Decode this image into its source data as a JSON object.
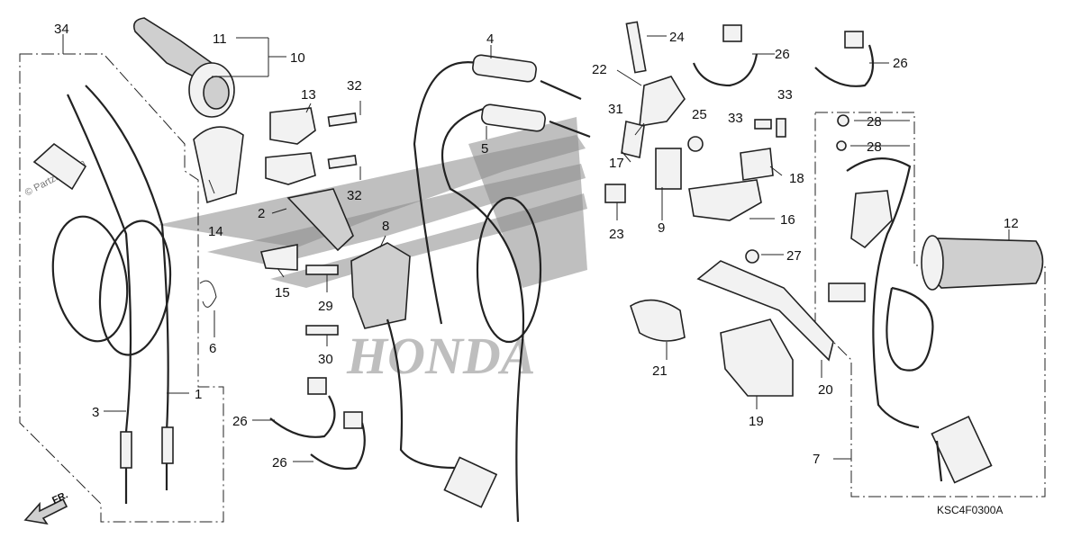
{
  "watermark": "© Partzilla.com",
  "diagram_code": "KSC4F0300A",
  "direction_marker": "FR.",
  "background_logo": "HONDA",
  "callouts": [
    {
      "id": "c1",
      "text": "1"
    },
    {
      "id": "c2",
      "text": "2"
    },
    {
      "id": "c3",
      "text": "3"
    },
    {
      "id": "c4",
      "text": "4"
    },
    {
      "id": "c5",
      "text": "5"
    },
    {
      "id": "c6",
      "text": "6"
    },
    {
      "id": "c7",
      "text": "7"
    },
    {
      "id": "c8",
      "text": "8"
    },
    {
      "id": "c9",
      "text": "9"
    },
    {
      "id": "c10",
      "text": "10"
    },
    {
      "id": "c11",
      "text": "11"
    },
    {
      "id": "c12",
      "text": "12"
    },
    {
      "id": "c13",
      "text": "13"
    },
    {
      "id": "c14",
      "text": "14"
    },
    {
      "id": "c15",
      "text": "15"
    },
    {
      "id": "c16",
      "text": "16"
    },
    {
      "id": "c17",
      "text": "17"
    },
    {
      "id": "c18",
      "text": "18"
    },
    {
      "id": "c19",
      "text": "19"
    },
    {
      "id": "c20",
      "text": "20"
    },
    {
      "id": "c21",
      "text": "21"
    },
    {
      "id": "c22",
      "text": "22"
    },
    {
      "id": "c23",
      "text": "23"
    },
    {
      "id": "c24",
      "text": "24"
    },
    {
      "id": "c25",
      "text": "25"
    },
    {
      "id": "c26a",
      "text": "26"
    },
    {
      "id": "c26b",
      "text": "26"
    },
    {
      "id": "c26c",
      "text": "26"
    },
    {
      "id": "c26d",
      "text": "26"
    },
    {
      "id": "c27",
      "text": "27"
    },
    {
      "id": "c28a",
      "text": "28"
    },
    {
      "id": "c28b",
      "text": "28"
    },
    {
      "id": "c29",
      "text": "29"
    },
    {
      "id": "c30",
      "text": "30"
    },
    {
      "id": "c31",
      "text": "31"
    },
    {
      "id": "c32a",
      "text": "32"
    },
    {
      "id": "c32b",
      "text": "32"
    },
    {
      "id": "c33a",
      "text": "33"
    },
    {
      "id": "c33b",
      "text": "33"
    },
    {
      "id": "c34",
      "text": "34"
    }
  ]
}
